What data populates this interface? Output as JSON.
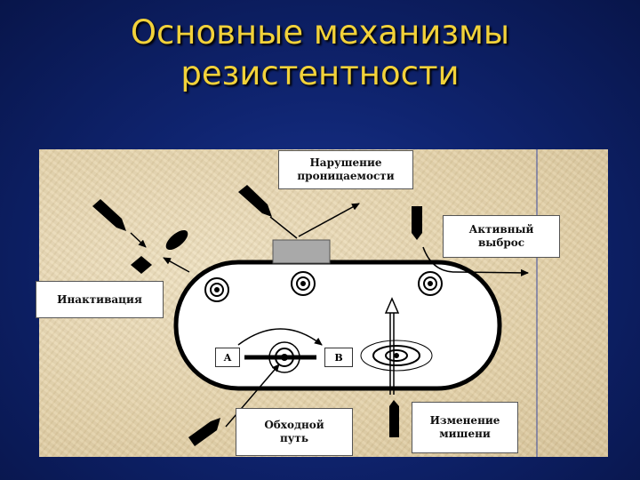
{
  "title": {
    "line1": "Основные механизмы",
    "line2": "резистентности"
  },
  "diagram": {
    "labels": {
      "permeability": "Нарушение\nпроницаемости",
      "efflux": "Активный\nвыброс",
      "inactivation": "Инактивация",
      "bypass": "Обходной\nпуть",
      "target_change": "Изменение\nмишени",
      "node_a": "A",
      "node_b": "B"
    }
  },
  "colors": {
    "title": "#f2d23a",
    "background": "#0f2470",
    "panel": "#e6d5ae",
    "ink": "#000000"
  }
}
